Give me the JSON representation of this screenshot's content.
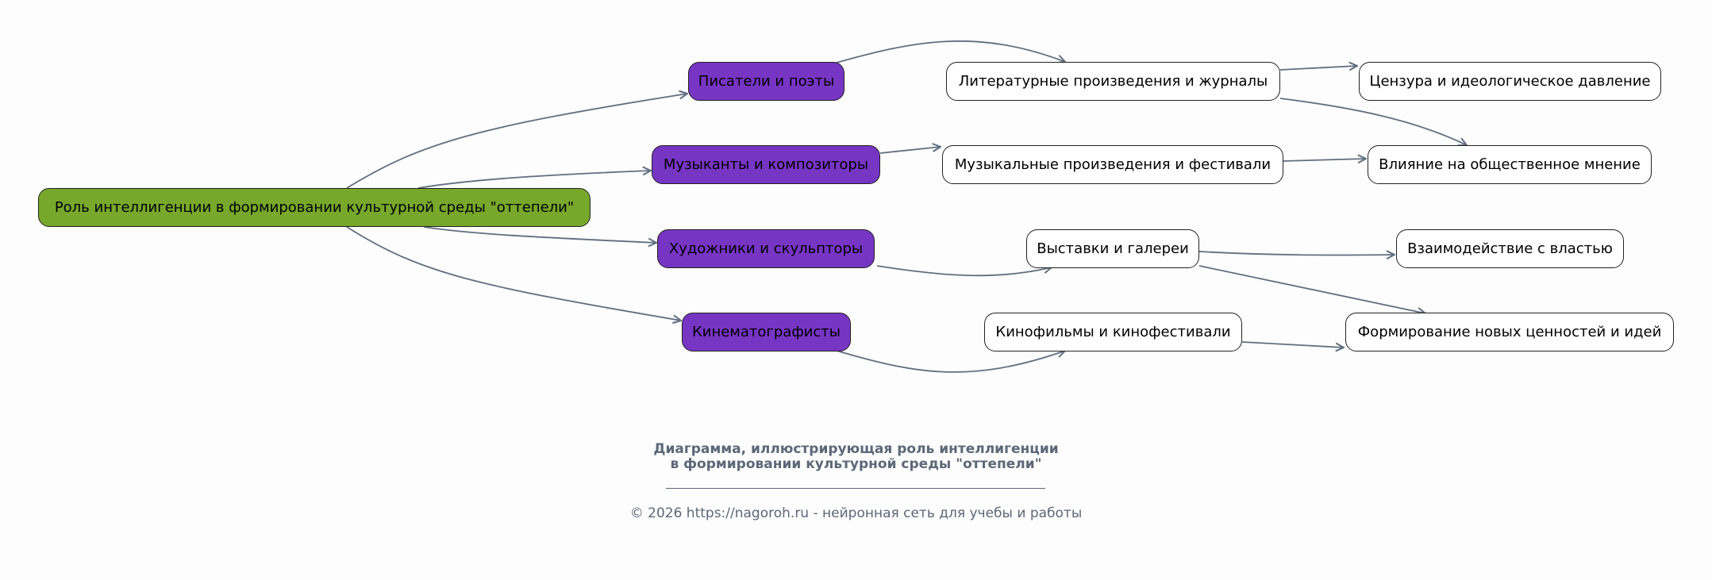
{
  "root": {
    "label": "Роль интеллигенции в формировании культурной среды \"оттепели\""
  },
  "categories": [
    {
      "id": "writers",
      "label": "Писатели и поэты"
    },
    {
      "id": "musicians",
      "label": "Музыканты и композиторы"
    },
    {
      "id": "artists",
      "label": "Художники и скульпторы"
    },
    {
      "id": "filmmakers",
      "label": "Кинематографисты"
    }
  ],
  "works": [
    {
      "id": "literature",
      "label": "Литературные произведения и журналы"
    },
    {
      "id": "music",
      "label": "Музыкальные произведения и фестивали"
    },
    {
      "id": "exhibitions",
      "label": "Выставки и галереи"
    },
    {
      "id": "films",
      "label": "Кинофильмы и кинофестивали"
    }
  ],
  "outcomes": [
    {
      "id": "censorship",
      "label": "Цензура и идеологическое давление"
    },
    {
      "id": "influence",
      "label": "Влияние на общественное мнение"
    },
    {
      "id": "interaction",
      "label": "Взаимодействие с властью"
    },
    {
      "id": "new_values",
      "label": "Формирование новых ценностей и идей"
    }
  ],
  "edges": [
    [
      "root",
      "writers"
    ],
    [
      "root",
      "musicians"
    ],
    [
      "root",
      "artists"
    ],
    [
      "root",
      "filmmakers"
    ],
    [
      "writers",
      "literature"
    ],
    [
      "musicians",
      "music"
    ],
    [
      "artists",
      "exhibitions"
    ],
    [
      "filmmakers",
      "films"
    ],
    [
      "literature",
      "censorship"
    ],
    [
      "literature",
      "influence"
    ],
    [
      "music",
      "influence"
    ],
    [
      "exhibitions",
      "interaction"
    ],
    [
      "exhibitions",
      "new_values"
    ],
    [
      "films",
      "new_values"
    ]
  ],
  "caption": {
    "line1": "Диаграмма, иллюстрирующая роль интеллигенции",
    "line2": "в формировании культурной среды \"оттепели\"",
    "footer": "© 2026 https://nagoroh.ru - нейронная сеть для учебы и работы"
  },
  "colors": {
    "root": "#77a82b",
    "category": "#7735c4",
    "edge": "#5f6f80",
    "caption": "#5b6878"
  }
}
